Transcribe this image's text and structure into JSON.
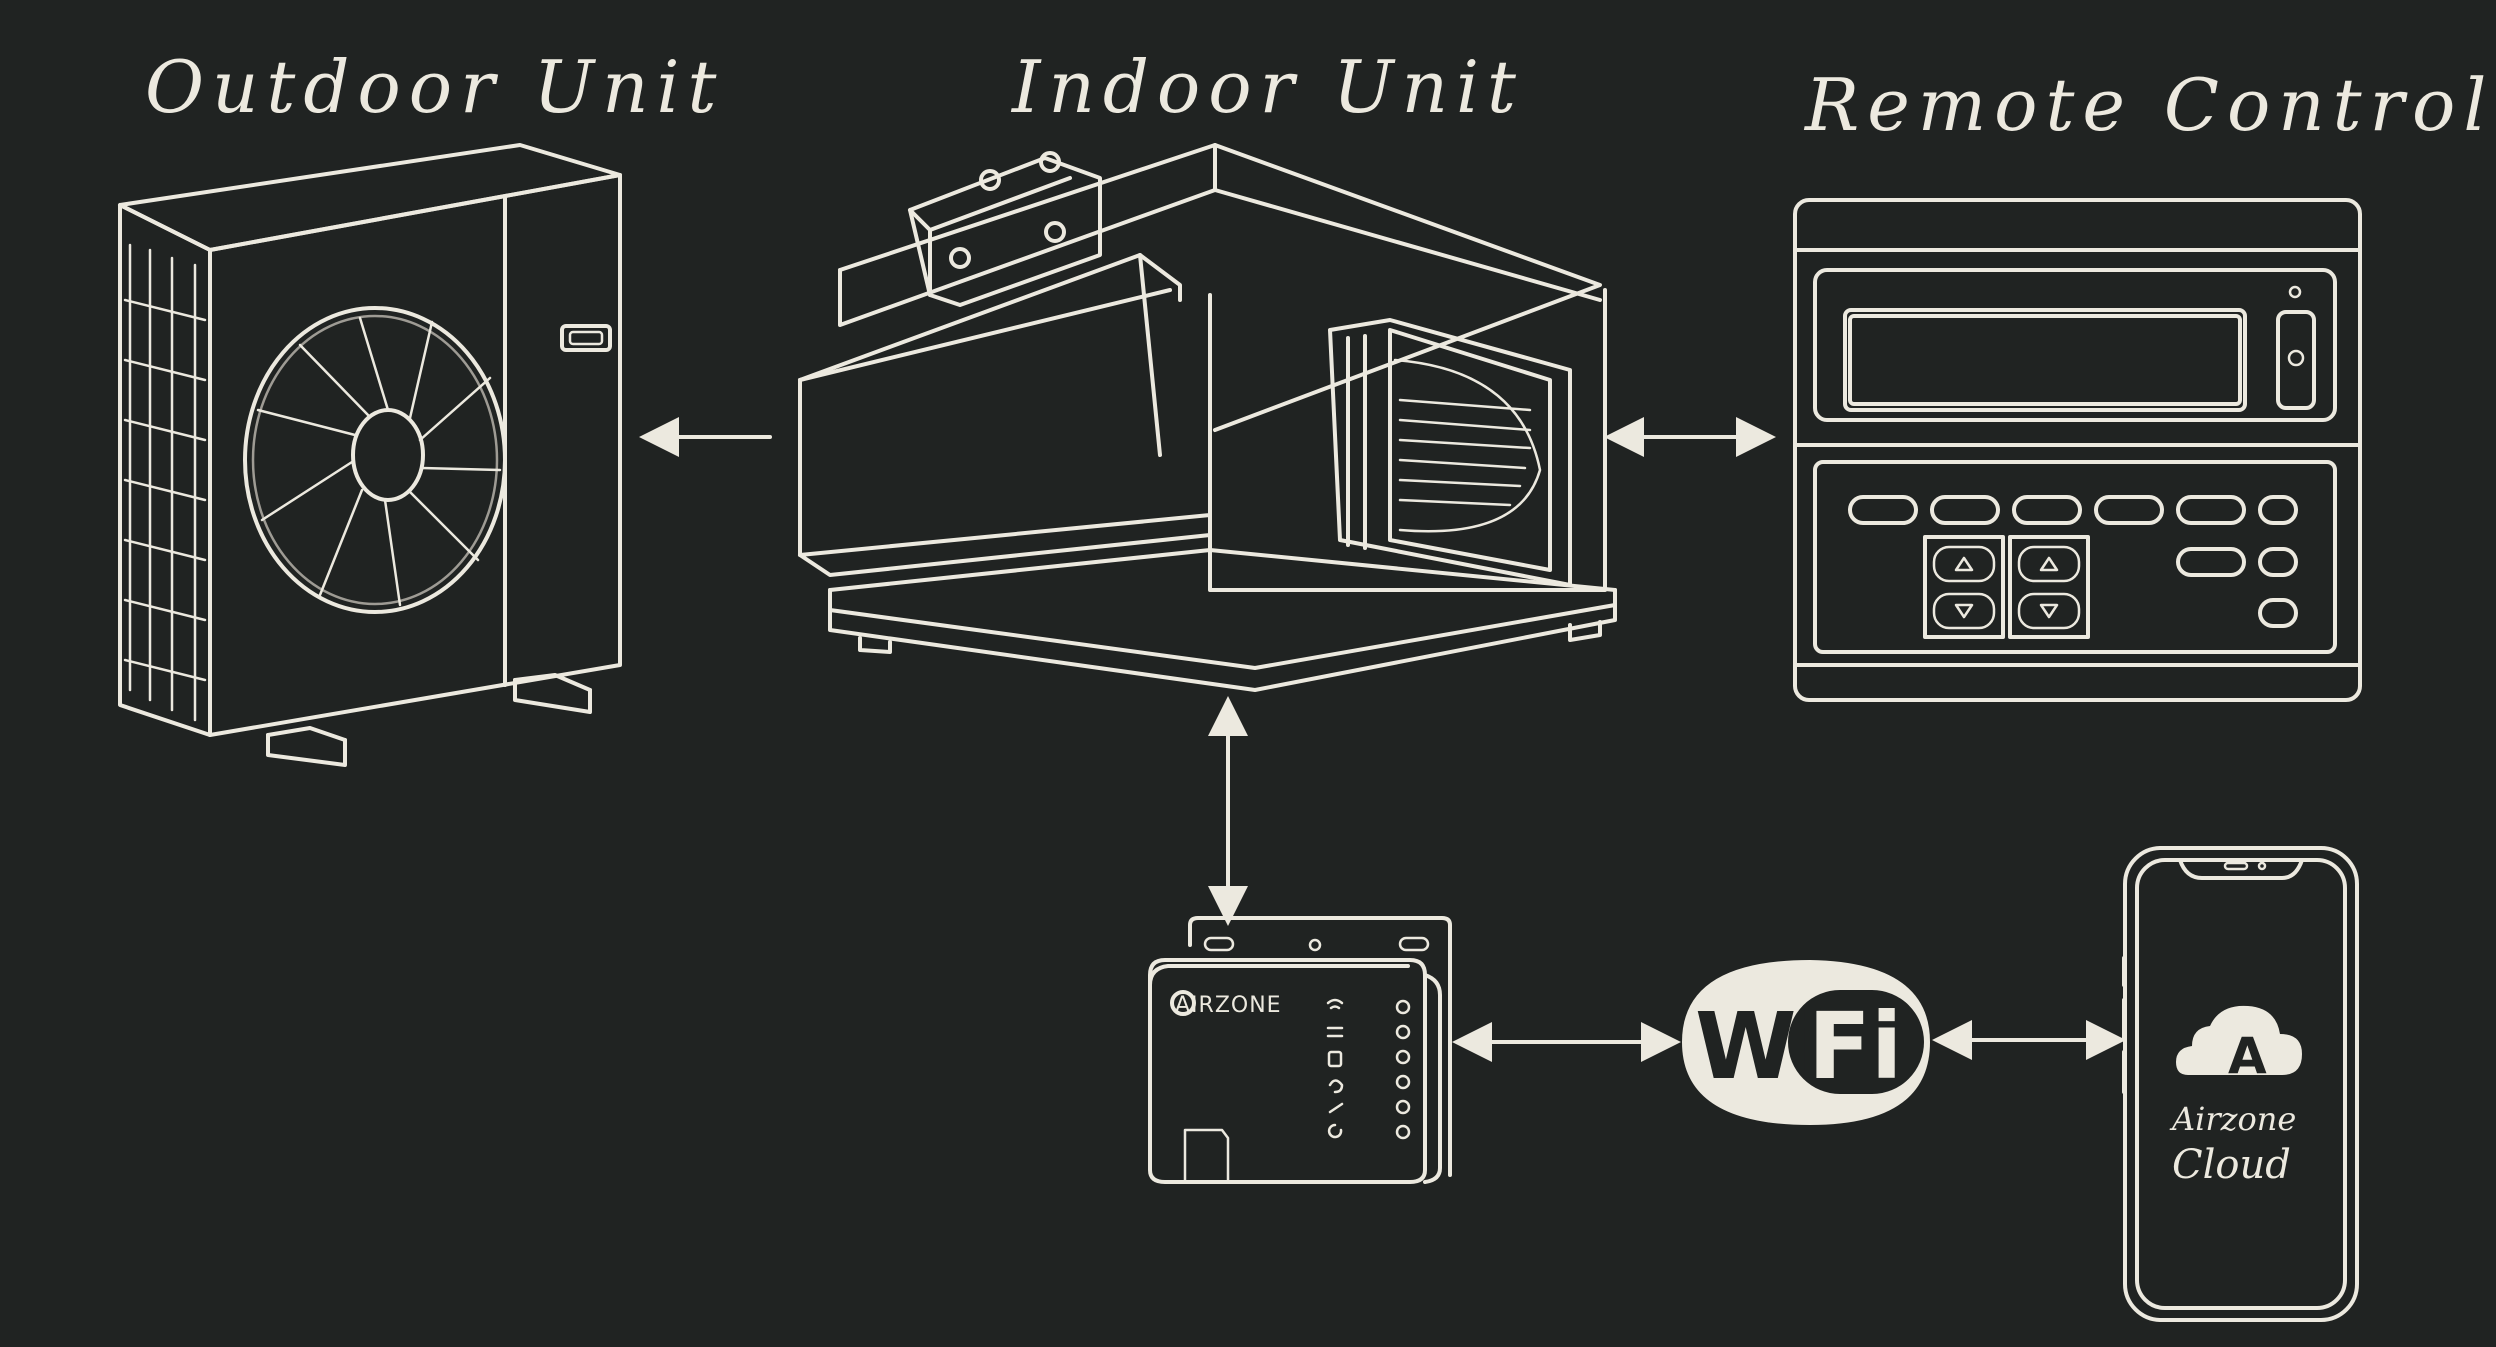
{
  "labels": {
    "outdoor_unit": "Outdoor Unit",
    "indoor_unit": "Indoor Unit",
    "remote_controller": "Remote Controller"
  },
  "gateway": {
    "brand": "AIRZONE"
  },
  "wifi": {
    "left": "Wi",
    "right": "Fi"
  },
  "phone_app": {
    "logo_letter": "A",
    "line1": "Airzone",
    "line2": "Cloud"
  },
  "colors": {
    "background": "#202322",
    "line": "#ece9df"
  },
  "icons": {
    "arrow_outdoor": "arrow-left-icon",
    "arrow_remote": "double-arrow-horizontal-icon",
    "arrow_gateway": "double-arrow-vertical-icon",
    "arrow_wifi": "double-arrow-horizontal-icon",
    "arrow_phone": "double-arrow-horizontal-icon"
  }
}
